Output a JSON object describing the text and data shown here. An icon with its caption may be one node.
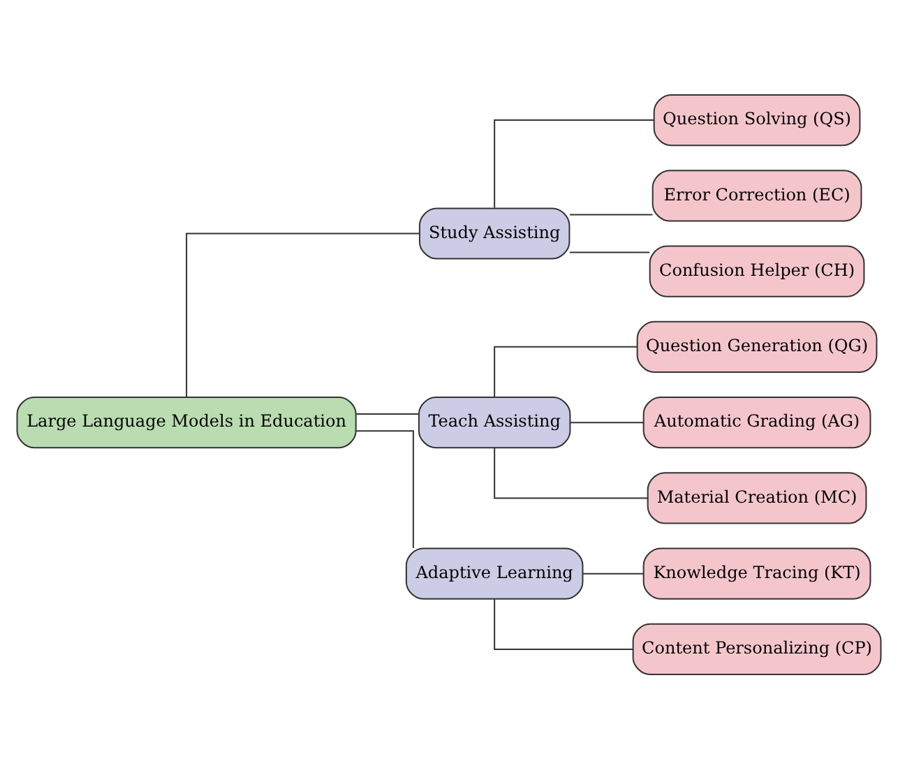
{
  "diagram": {
    "nodes": [
      {
        "text": [
          "Large Language Models in Education"
        ]
      },
      {
        "text": [
          "Study Assisting"
        ]
      },
      {
        "text": [
          "Question Solving (QS)"
        ]
      },
      {
        "text": [
          "Error Correction (EC)"
        ]
      },
      {
        "text": [
          "Confusion Helper (CH)"
        ]
      },
      {
        "text": [
          "Teach Assisting"
        ]
      },
      {
        "text": [
          "Question Generation (QG)"
        ]
      },
      {
        "text": [
          "Automatic Grading (AG)"
        ]
      },
      {
        "text": [
          "Material Creation (MC)"
        ]
      },
      {
        "text": [
          "Adaptive Learning"
        ]
      },
      {
        "text": [
          "Knowledge Tracing (KT)"
        ]
      },
      {
        "text": [
          "Content Personalizing (CP)"
        ]
      }
    ],
    "edges": [
      {
        "from": 0,
        "to": 1,
        "arrow": "none"
      },
      {
        "from": 0,
        "to": 5,
        "arrow": "none"
      },
      {
        "from": 0,
        "to": 9,
        "arrow": "none"
      },
      {
        "from": 1,
        "to": 2,
        "arrow": "none"
      },
      {
        "from": 1,
        "to": 3,
        "arrow": "none"
      },
      {
        "from": 1,
        "to": 4,
        "arrow": "none"
      },
      {
        "from": 5,
        "to": 6,
        "arrow": "none"
      },
      {
        "from": 5,
        "to": 7,
        "arrow": "none"
      },
      {
        "from": 5,
        "to": 8,
        "arrow": "none"
      },
      {
        "from": 9,
        "to": 10,
        "arrow": "none"
      },
      {
        "from": 9,
        "to": 11,
        "arrow": "none"
      }
    ]
  }
}
